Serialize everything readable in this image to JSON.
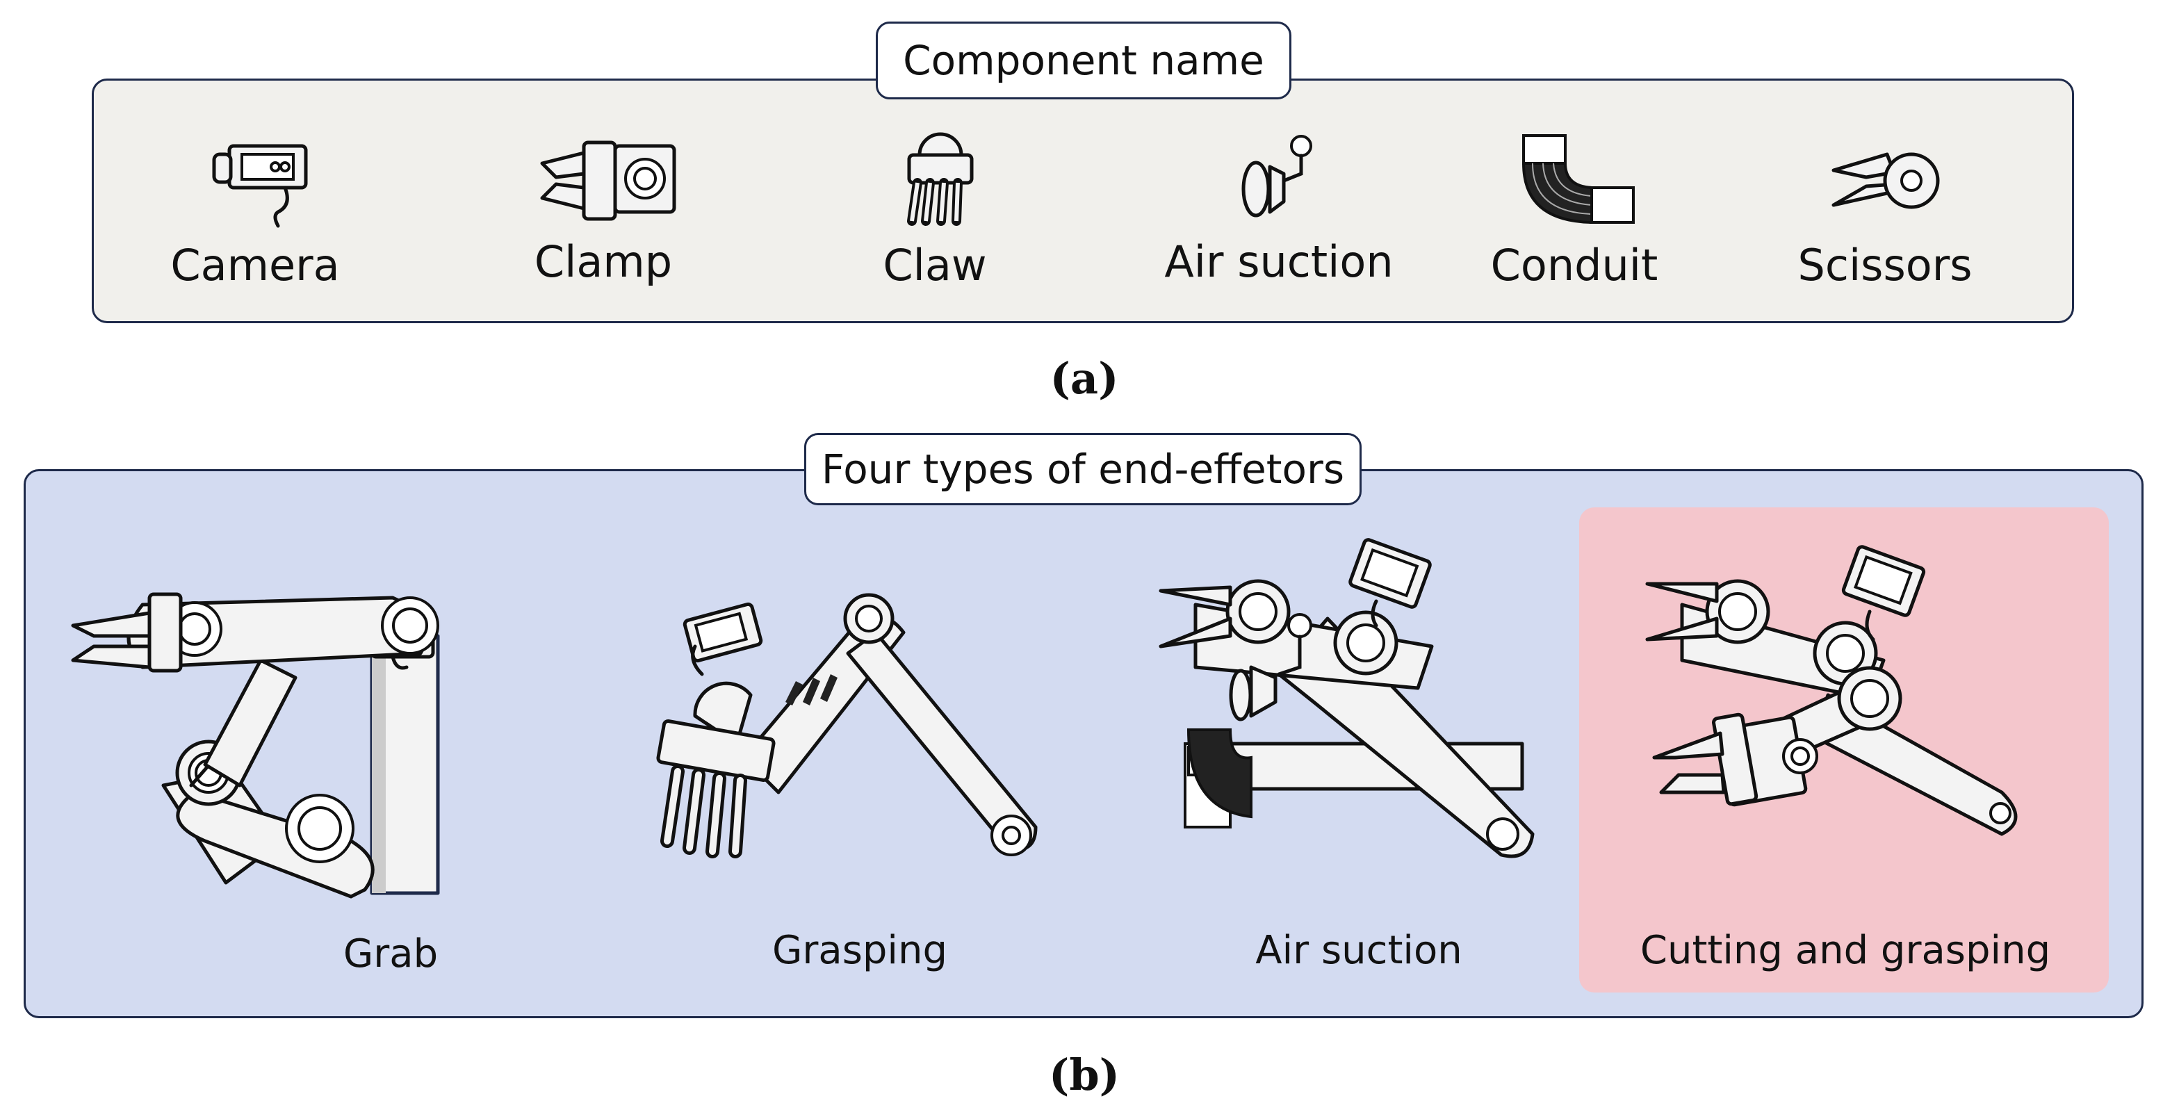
{
  "panel_a": {
    "title": "Component name",
    "caption": "(a)",
    "components": [
      {
        "label": "Camera",
        "icon": "camera-icon"
      },
      {
        "label": "Clamp",
        "icon": "clamp-icon"
      },
      {
        "label": "Claw",
        "icon": "claw-icon"
      },
      {
        "label": "Air suction",
        "icon": "air-suction-icon"
      },
      {
        "label": "Conduit",
        "icon": "conduit-icon"
      },
      {
        "label": "Scissors",
        "icon": "scissors-icon"
      }
    ]
  },
  "panel_b": {
    "title": "Four types of end-effetors",
    "caption": "(b)",
    "effectors": [
      {
        "label": "Grab"
      },
      {
        "label": "Grasping"
      },
      {
        "label": "Air suction"
      },
      {
        "label": "Cutting and grasping",
        "highlight_color": "#f4c6cc"
      }
    ]
  },
  "colors": {
    "panel_a_bg": "#f1f0ec",
    "panel_b_bg": "#d3dbf1",
    "border": "#1e2a4a"
  }
}
